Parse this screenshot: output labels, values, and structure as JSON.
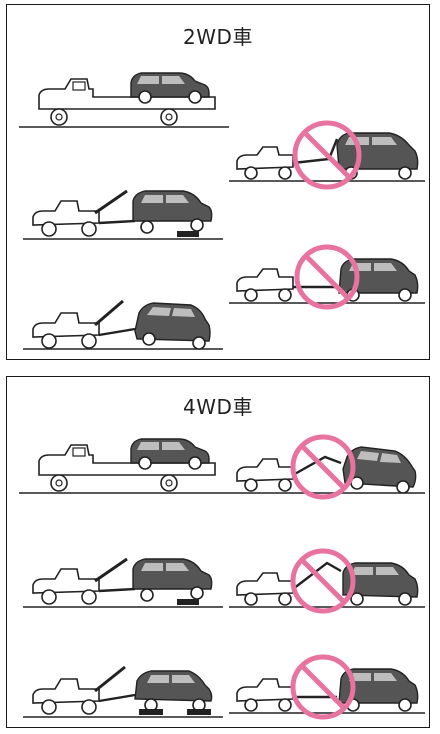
{
  "panels": [
    {
      "id": "2wd",
      "title": "2WD車"
    },
    {
      "id": "4wd",
      "title": "4WD車"
    }
  ],
  "colors": {
    "line": "#222222",
    "car_body": "#555555",
    "car_window": "#bdbdbd",
    "prohibition": "#e8739f"
  },
  "icons": {
    "prohibited": "prohibition-sign-icon",
    "allowed": "tow-truck-icon"
  }
}
